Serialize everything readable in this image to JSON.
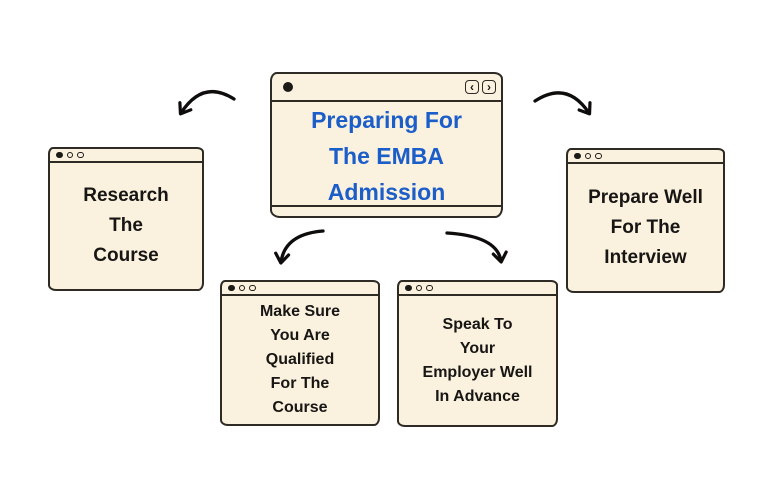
{
  "page": {
    "background": "#ffffff"
  },
  "colors": {
    "window_fill": "#faf1de",
    "window_border": "#2e2a24",
    "heading_text": "#1b5ec9",
    "body_text": "#171614",
    "arrow_stroke": "#0e0d0c"
  },
  "center_window": {
    "title": "Preparing For\nThe EMBA\nAdmission",
    "nav": {
      "back_glyph": "‹",
      "forward_glyph": "›"
    }
  },
  "step_windows": [
    {
      "name": "research-the-course",
      "label": "Research\nThe\nCourse"
    },
    {
      "name": "prepare-for-interview",
      "label": "Prepare Well\nFor The\nInterview"
    },
    {
      "name": "qualified-for-course",
      "label": "Make Sure\nYou Are\nQualified\nFor The\nCourse"
    },
    {
      "name": "speak-to-employer",
      "label": "Speak To\nYour\nEmployer Well\nIn Advance"
    }
  ],
  "connectors": [
    {
      "from": "center",
      "to": "research-the-course"
    },
    {
      "from": "center",
      "to": "prepare-for-interview"
    },
    {
      "from": "center",
      "to": "qualified-for-course"
    },
    {
      "from": "center",
      "to": "speak-to-employer"
    }
  ]
}
